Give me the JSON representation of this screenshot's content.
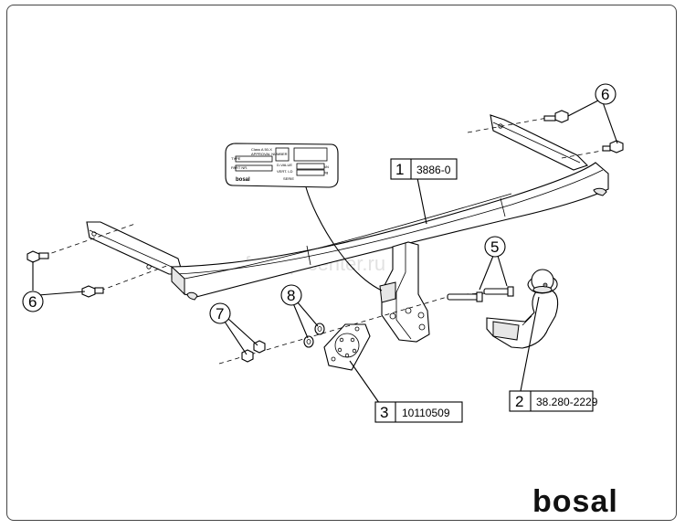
{
  "watermark": "farkop-center.ru",
  "brand_logo": "bosal",
  "plate": {
    "header": "Class A 50-X",
    "approval": "APPROVAL NUMBER",
    "type_label": "TYPE",
    "part_label": "PART NR.",
    "d_value": "D-VALUE",
    "vert_load": "VERT. LD",
    "kn": "kN",
    "kg": "kg",
    "serie": "SERIE",
    "mini_logo": "bosal"
  },
  "callouts": [
    {
      "id": "1",
      "code": "3886-0"
    },
    {
      "id": "2",
      "code": "38.280-2229"
    },
    {
      "id": "3",
      "code": "10110509"
    },
    {
      "id": "5",
      "code": ""
    },
    {
      "id": "6",
      "code": ""
    },
    {
      "id": "6",
      "code": ""
    },
    {
      "id": "7",
      "code": ""
    },
    {
      "id": "8",
      "code": ""
    }
  ]
}
